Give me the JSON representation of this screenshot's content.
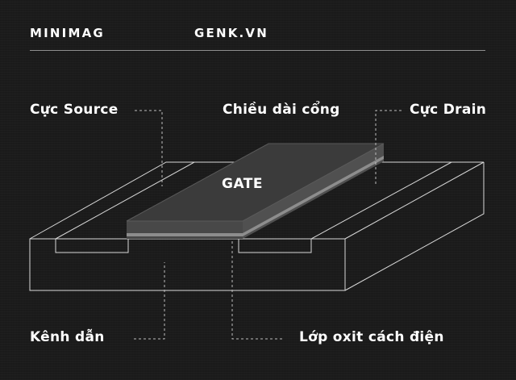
{
  "header": {
    "left": "MINIMAG",
    "right": "GENK.VN"
  },
  "diagram": {
    "gate": "GATE",
    "source": "Cực Source",
    "gate_length": "Chiều dài cổng",
    "drain": "Cực Drain",
    "channel": "Kênh dẫn",
    "oxide": "Lớp oxit cách điện"
  },
  "colors": {
    "background": "#1b1b1b",
    "line": "#d8d8d8",
    "text": "#ffffff",
    "gate_top": "#3d3d3d",
    "gate_side": "#4c4c4c",
    "oxide": "#8a8a8a"
  }
}
